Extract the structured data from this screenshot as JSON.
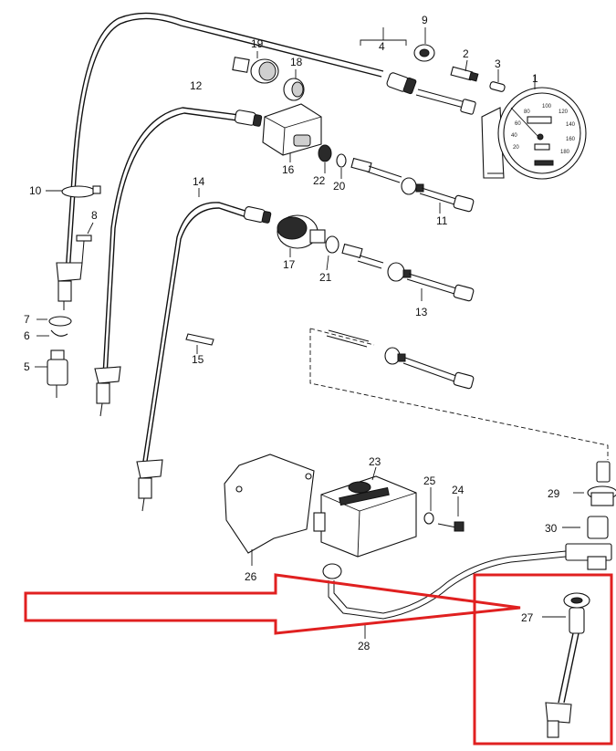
{
  "diagram": {
    "callouts": {
      "c1": "1",
      "c2": "2",
      "c3": "3",
      "c4": "4",
      "c5": "5",
      "c6": "6",
      "c7": "7",
      "c8": "8",
      "c9": "9",
      "c10": "10",
      "c11": "11",
      "c12": "12",
      "c13": "13",
      "c14": "14",
      "c15": "15",
      "c16": "16",
      "c17": "17",
      "c18": "18",
      "c19": "19",
      "c20": "20",
      "c21": "21",
      "c22": "22",
      "c23": "23",
      "c24": "24",
      "c25": "25",
      "c26": "26",
      "c27": "27",
      "c28": "28",
      "c29": "29",
      "c30": "30"
    },
    "speedometer_scale": [
      "20",
      "40",
      "60",
      "80",
      "100",
      "120",
      "140",
      "160",
      "180"
    ],
    "highlight": {
      "color": "#e02020"
    }
  }
}
